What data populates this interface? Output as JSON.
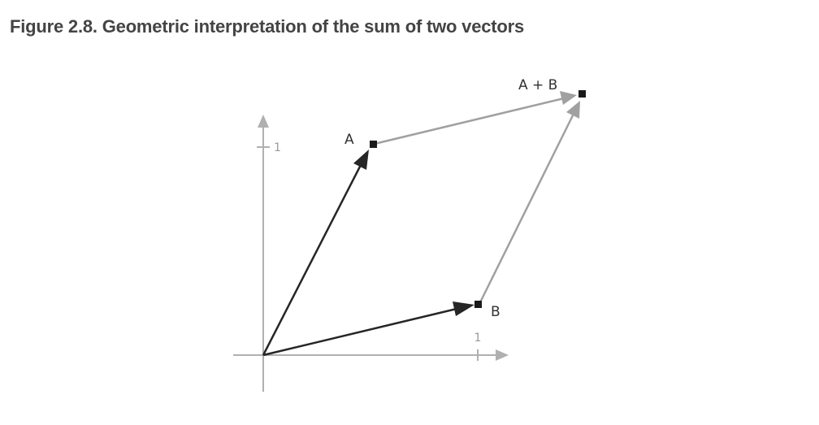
{
  "figure": {
    "title": "Figure 2.8. Geometric interpretation of the sum of two vectors"
  },
  "diagram": {
    "labels": {
      "vector_a": "A",
      "vector_b": "B",
      "vector_sum": "A + B",
      "x_tick": "1",
      "y_tick": "1"
    },
    "colors": {
      "axis": "#b0b0b0",
      "primary_vector": "#262626",
      "translated_vector": "#a0a0a0",
      "endpoint_marker": "#1a1a1a",
      "title_text": "#444444",
      "tick_label": "#9a9a9a"
    }
  }
}
